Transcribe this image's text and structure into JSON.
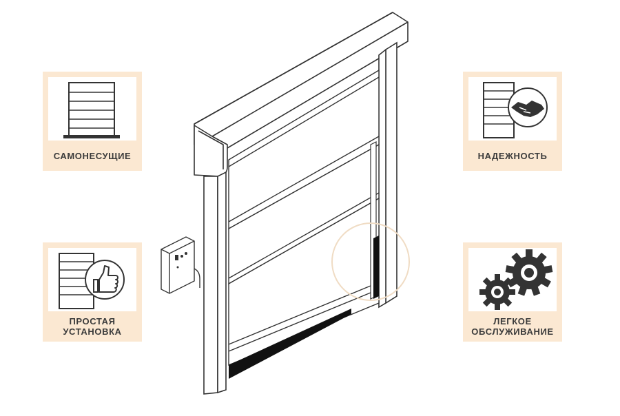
{
  "features": [
    {
      "id": "self-supporting",
      "label": "САМОНЕСУЩИЕ",
      "icon": "door-panels-icon"
    },
    {
      "id": "reliability",
      "label": "НАДЕЖНОСТЬ",
      "icon": "handshake-icon"
    },
    {
      "id": "easy-install",
      "label": "ПРОСТАЯ УСТАНОВКА",
      "icon": "thumbs-up-icon"
    },
    {
      "id": "easy-maintenance",
      "label": "ЛЕГКОЕ ОБСЛУЖИВАНИЕ",
      "icon": "gears-icon"
    }
  ],
  "colors": {
    "panel_bg": "#fbe8d2",
    "text": "#3b3b3b",
    "line": "#333333",
    "accent_ring": "#f0dcc4"
  }
}
